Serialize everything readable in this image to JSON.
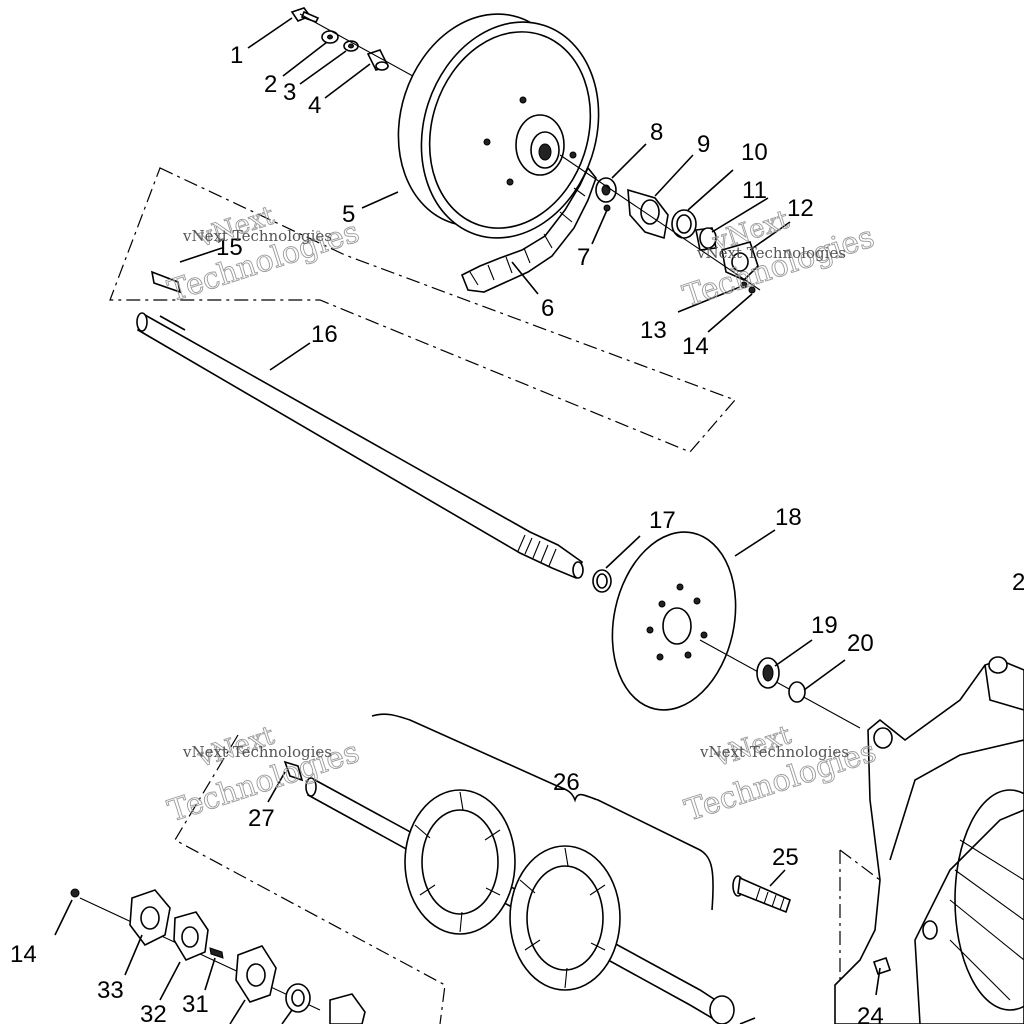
{
  "diagram": {
    "callouts": [
      "1",
      "2",
      "3",
      "4",
      "5",
      "6",
      "7",
      "8",
      "9",
      "10",
      "11",
      "12",
      "13",
      "14",
      "15",
      "16",
      "17",
      "18",
      "19",
      "20",
      "2",
      "24",
      "25",
      "26",
      "27",
      "14",
      "33",
      "32",
      "31"
    ],
    "watermark": {
      "line1": "vNext",
      "line2": "Technologies",
      "small": "vNext Technologies"
    }
  }
}
